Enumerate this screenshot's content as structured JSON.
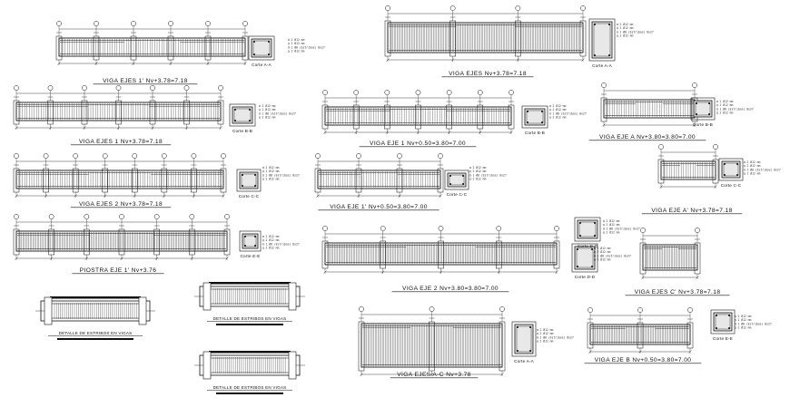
{
  "drawing": {
    "background": "#ffffff",
    "ink": "#111111"
  },
  "beams": [
    {
      "title": "VIGA EJES 1' Nv+3.78=7.18",
      "section_label": "Corte A-A"
    },
    {
      "title": "VIGA EJES 1 Nv+3.78=7.18",
      "section_label": "Corte B-B"
    },
    {
      "title": "VIGA EJES 2 Nv+3.78=7.18",
      "section_label": "Corte C-C"
    },
    {
      "title": "PIOSTRA EJE 1' Nv+3.76",
      "section_label": "Corte E-E"
    },
    {
      "title": "VIGA EJES Nv+3.78=7.18",
      "section_label": "Corte A-A"
    },
    {
      "title": "VIGA EJE 1 Nv+0.50=3.80=7.00",
      "section_label": "Corte B-B"
    },
    {
      "title": "VIGA EJE 1' Nv+0.50=3.80=7.00",
      "section_label": "Corte C-C"
    },
    {
      "title": "VIGA EJE 2 Nv+3.80=3.80=7.00",
      "section_label": "Corte D-D"
    },
    {
      "title": "VIGA EJES A-C Nv+3.78",
      "section_label": "Corte A-A"
    },
    {
      "title": "VIGA EJE A Nv+3.80=3.80=7.00",
      "section_label": "Corte B-B"
    },
    {
      "title": "VIGA EJE A' Nv+3.78=7.18",
      "section_label": "Corte C-C"
    },
    {
      "title": "VIGA EJES C' Nv+3.78=7.18",
      "section_label": "Corte D-D"
    },
    {
      "title": "VIGA EJE B Nv+0.50=3.80=7.00",
      "section_label": "Corte E-E"
    }
  ],
  "stirrup_details": [
    {
      "title": "DETALLE DE ESTRIBOS EN VIGAS"
    },
    {
      "title": "DETALLE DE ESTRIBOS EN VIGAS"
    },
    {
      "title": "DETALLE DE ESTRIBOS EN VIGAS"
    }
  ],
  "legend_lines": [
    "2 Ø12 mm",
    "2 Ø12 mm",
    "1 Ø8 (Estribos) 8x27",
    "2 Ø12 mm"
  ]
}
